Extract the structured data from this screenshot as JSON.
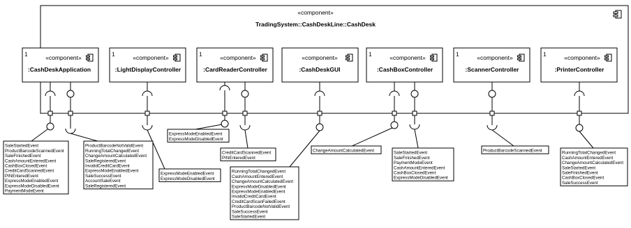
{
  "outer": {
    "stereotype": "«component»",
    "name": "TradingSystem::CashDeskLine::CashDesk"
  },
  "components": [
    {
      "multiplicity": "1",
      "stereotype": "«component»",
      "name": ":CashDeskApplication"
    },
    {
      "multiplicity": "1",
      "stereotype": "«component»",
      "name": ":LightDisplayController"
    },
    {
      "multiplicity": "1",
      "stereotype": "«component»",
      "name": ":CardReaderController"
    },
    {
      "multiplicity": "",
      "stereotype": "«component»",
      "name": ":CashDeskGUI"
    },
    {
      "multiplicity": "1",
      "stereotype": "«component»",
      "name": ":CashBoxController"
    },
    {
      "multiplicity": "1",
      "stereotype": "«component»",
      "name": ":ScannerController"
    },
    {
      "multiplicity": "1",
      "stereotype": "«component»",
      "name": ":PrinterController"
    }
  ],
  "notes": [
    {
      "lines": [
        "SaleStartedEvent",
        "ProductBarcodeScannedEvent",
        "SaleFinishedEvent",
        "CashAmountEnteredEvent",
        "CashBoxClosedEvent",
        "CreditCardScannedEvent",
        "PINEnteredEvent",
        "ExpressModeEnabledEvent",
        "ExpressModeDisabledEvent",
        "PaymentModeEvent"
      ]
    },
    {
      "lines": [
        "ProductBarcodeNotValidEvent",
        "RunningTotalChangedEvent",
        "ChangeAmountCalculatedEvent",
        "SaleRegisteredEvent",
        "InvalidCreditCardEvent",
        "ExpressModeEnabledEvent",
        "SaleSuccessEvent",
        "AccountSaleEvent",
        "SaleRegisteredEvent"
      ]
    },
    {
      "lines": [
        "ExpressModeEnabledEvent",
        "ExpressModeDisabledEvent"
      ]
    },
    {
      "lines": [
        "ExpressModeEnabledEvent",
        "ExpressModeDisabledEvent"
      ]
    },
    {
      "lines": [
        "CreditCardScannedEvent",
        "PINEnteredEvent"
      ]
    },
    {
      "lines": [
        "RunningTotalChangedEvent",
        "CashAmountEnteredEvent",
        "ChangeAmountCalculatedEvent",
        "ExpressModeDisabledEvent",
        "ExpressModeEnabledEvent",
        "InvalidCreditCardEvent",
        "CreditCardScanFailedEvent",
        "ProductBarcodeNotValidEvent",
        "SaleSuccessEvent",
        "SaleStartedEvent"
      ]
    },
    {
      "lines": [
        "ChangeAmountCalculatedEvent"
      ]
    },
    {
      "lines": [
        "SaleStartedEvent",
        "SaleFinishedEvent",
        "PaymentModeEvent",
        "CashAmountEnteredEvent",
        "CashBoxClosedEvent",
        "ExpressModeDisabledEvent"
      ]
    },
    {
      "lines": [
        "ProductBarcodeScannedEvent"
      ]
    },
    {
      "lines": [
        "RunningTotalChangedEvent",
        "CashAmountEnteredEvent",
        "ChangeAmountCalculatedEvent",
        "SaleStartedEvent",
        "SaleFinishedEvent",
        "CashBoxClosedEvent",
        "SaleSuccessEvent"
      ]
    }
  ]
}
